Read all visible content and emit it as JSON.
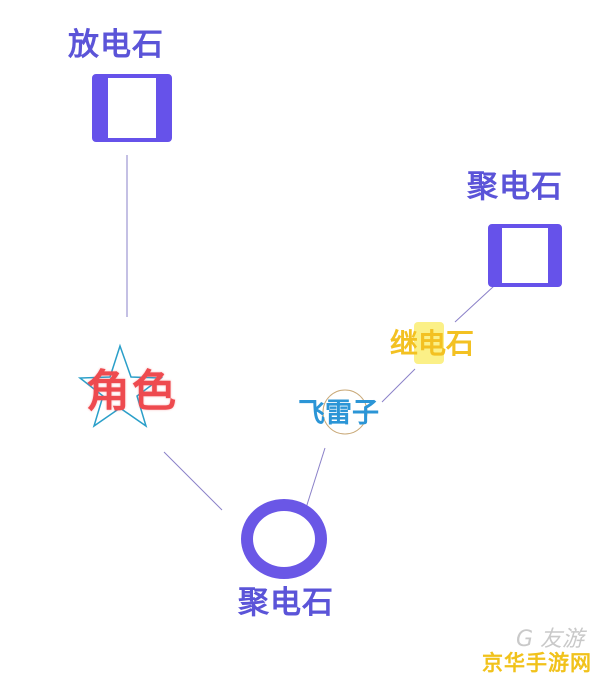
{
  "diagram": {
    "nodes": [
      {
        "id": "discharge_stone",
        "label": "放电石",
        "shape": "square",
        "color": "#5b54d8"
      },
      {
        "id": "focus_stone_top",
        "label": "聚电石",
        "shape": "square",
        "color": "#5b54d8"
      },
      {
        "id": "relay_stone",
        "label": "继电石",
        "shape": "text",
        "color": "#f3c122"
      },
      {
        "id": "thunder_kunai",
        "label": "飞雷子",
        "shape": "circle-outline",
        "color": "#2b95d6"
      },
      {
        "id": "character",
        "label": "角色",
        "shape": "star-outline",
        "color": "#ee4a4f"
      },
      {
        "id": "focus_stone_bottom",
        "label": "聚电石",
        "shape": "ring",
        "color": "#5b54d8"
      }
    ],
    "edges": [
      {
        "from": "discharge_stone",
        "to": "character"
      },
      {
        "from": "character",
        "to": "focus_stone_bottom"
      },
      {
        "from": "focus_stone_bottom",
        "to": "thunder_kunai"
      },
      {
        "from": "thunder_kunai",
        "to": "relay_stone"
      },
      {
        "from": "relay_stone",
        "to": "focus_stone_top"
      }
    ],
    "colors": {
      "stone_purple": "#6652ea",
      "label_purple": "#5b54d8",
      "character_red": "#ee4a4f",
      "relay_yellow": "#f3c122",
      "kunai_blue": "#2b95d6",
      "line": "#8a80c8"
    }
  },
  "watermark": {
    "text": "京华手游网",
    "logo": "G 友游"
  }
}
